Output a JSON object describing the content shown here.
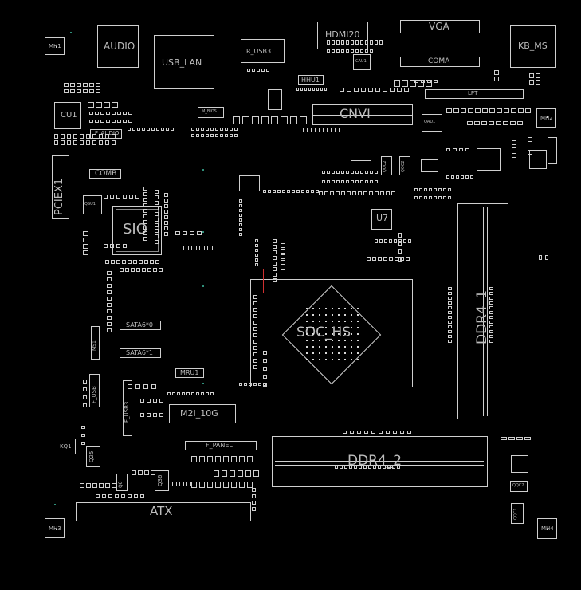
{
  "labels": {
    "mh1": "MH1",
    "audio": "AUDIO",
    "usb_lan": "USB_LAN",
    "r_usb3": "R_USB3",
    "hdmi20": "HDMI20",
    "vga": "VGA",
    "kb_ms": "KB_MS",
    "coma": "COMA",
    "hhu1": "HHU1",
    "cau1": "CAU1",
    "lpt": "LPT",
    "cu1": "CU1",
    "m_bios": "M_BIOS",
    "cnvi": "CNVI",
    "qau1": "QAU1",
    "mh2": "MH2",
    "f_audio": "F_AUDIO",
    "pciex1": "PCIEX1",
    "comb": "COMB",
    "qsu1": "QSU1",
    "sio": "SIO",
    "u7": "U7",
    "ddr4_1": "DDR4_1",
    "soc_hs": "SOC_HS",
    "sata6_0": "SATA6*0",
    "sata6_1": "SATA6*1",
    "ms1": "MS1",
    "mru1": "MRU1",
    "f_usb": "F_USB",
    "f_usb3": "F_USB3",
    "m2i_10g": "M2I_10G",
    "kq1": "KQ1",
    "q25": "Q25",
    "f_panel": "F_PANEL",
    "ddr4_2": "DDR4_2",
    "q36": "Q36",
    "q8": "Q8",
    "atx": "ATX",
    "mh3": "MH3",
    "mh4": "MH4",
    "qqc2": "QQC2",
    "qqc1": "QQC1",
    "qqc2b": "QQC2",
    "qqc2c": "QQC2"
  }
}
